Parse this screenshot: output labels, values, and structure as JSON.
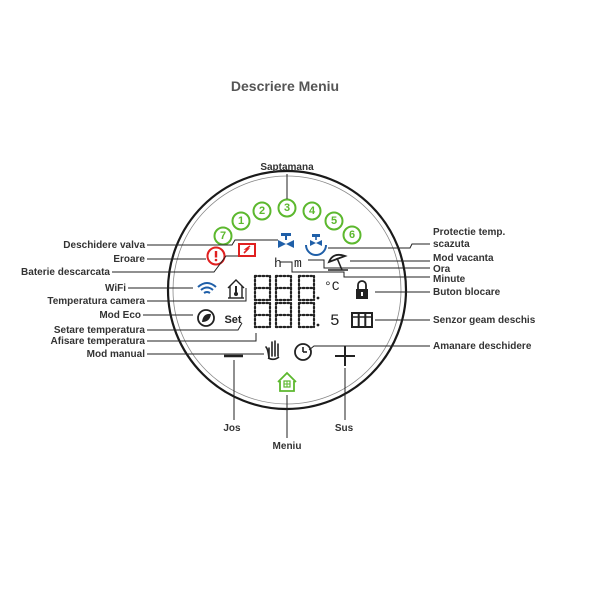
{
  "title": "Descriere Meniu",
  "days": [
    "1",
    "2",
    "3",
    "4",
    "5",
    "6",
    "7"
  ],
  "labels": {
    "saptamana": "Saptamana",
    "protectie": "Protectie temp.",
    "protectie2": "scazuta",
    "deschidere_valva": "Deschidere valva",
    "eroare": "Eroare",
    "baterie": "Baterie descarcata",
    "mod_vacanta": "Mod vacanta",
    "ora": "Ora",
    "minute": "Minute",
    "wifi": "WiFi",
    "buton_blocare": "Buton blocare",
    "temperatura_camera": "Temperatura camera",
    "mod_eco": "Mod Eco",
    "senzor_geam": "Senzor geam deschis",
    "setare_temperatura": "Setare temperatura",
    "afisare_temperatura": "Afisare temperatura",
    "amanare": "Amanare deschidere",
    "mod_manual": "Mod manual",
    "jos": "Jos",
    "sus": "Sus",
    "meniu": "Meniu"
  },
  "display": {
    "hour_mark": "h",
    "minute_mark": "m",
    "celsius": "°C",
    "seconds_mark": "5",
    "set_label": "Set"
  },
  "colors": {
    "green": "#5cb82e",
    "red": "#e02020",
    "blue": "#1f5fa8",
    "dark": "#222222"
  },
  "icons": {
    "valve": "valve-icon",
    "error": "error-icon",
    "battery": "battery-icon",
    "vacation": "vacation-umbrella-icon",
    "wifi": "wifi-icon",
    "lock": "lock-icon",
    "thermometer": "thermometer-home-icon",
    "eco": "eco-leaf-icon",
    "window": "window-icon",
    "clock": "clock-icon",
    "hand": "hand-icon",
    "minus": "minus-icon",
    "plus": "plus-icon",
    "menu": "menu-home-icon"
  }
}
